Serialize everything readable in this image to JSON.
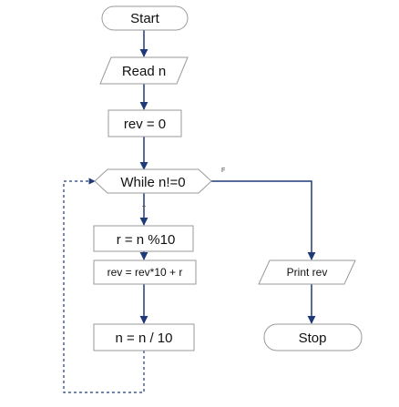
{
  "flowchart": {
    "nodes": {
      "start": "Start",
      "read": "Read n",
      "init": "rev = 0",
      "loop": "While n!=0",
      "mod": "r = n %10",
      "update": "rev = rev*10 + r",
      "print": "Print rev",
      "divide": "n = n / 10",
      "stop": "Stop"
    },
    "branches": {
      "true_label": "T",
      "false_label": "F"
    }
  },
  "colors": {
    "line": "#1f3a78",
    "box_border": "#9a9a9a",
    "loop_back": "#1f3a78"
  }
}
